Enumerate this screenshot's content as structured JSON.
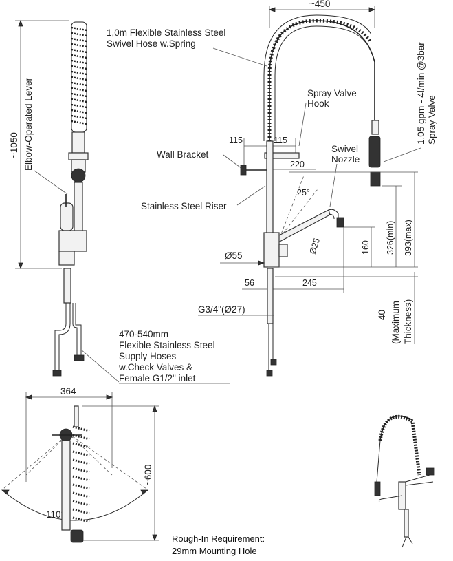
{
  "labels": {
    "hose_line1": "1,0m Flexible Stainless Steel",
    "hose_line2": "Swivel Hose w.Spring",
    "spray_hook_line1": "Spray Valve",
    "spray_hook_line2": "Hook",
    "wall_bracket": "Wall Bracket",
    "swivel_nozzle_line1": "Swivel",
    "swivel_nozzle_line2": "Nozzle",
    "riser": "Stainless Steel Riser",
    "elbow_lever": "Elbow-Operated Lever",
    "flow_line1": "1.05 gpm - 4l/min @3bar",
    "flow_line2": "Spray Valve",
    "supply_line1": "470-540mm",
    "supply_line2": "Flexible Stainless Steel",
    "supply_line3": "Supply Hoses",
    "supply_line4": "w.Check Valves &",
    "supply_line5": "Female G1/2\" inlet",
    "max_thickness_line1": "40",
    "max_thickness_line2": "(Maximum",
    "max_thickness_line3": "Thickness)",
    "rough_in_line1": "Rough-In Requirement:",
    "rough_in_line2": "29mm Mounting Hole"
  },
  "dimensions": {
    "width_top": "~450",
    "height_total": "~1050",
    "bracket_left": "115",
    "bracket_right": "115",
    "spout_220": "220",
    "angle_25": "25°",
    "dia_25": "Ø25",
    "height_160": "160",
    "height_326": "326(min)",
    "height_393": "393(max)",
    "dia_55": "Ø55",
    "base_56": "56",
    "reach_245": "245",
    "thread": "G3/4\"(Ø27)",
    "plan_364": "364",
    "plan_600": "~600",
    "swing_110": "110°"
  }
}
